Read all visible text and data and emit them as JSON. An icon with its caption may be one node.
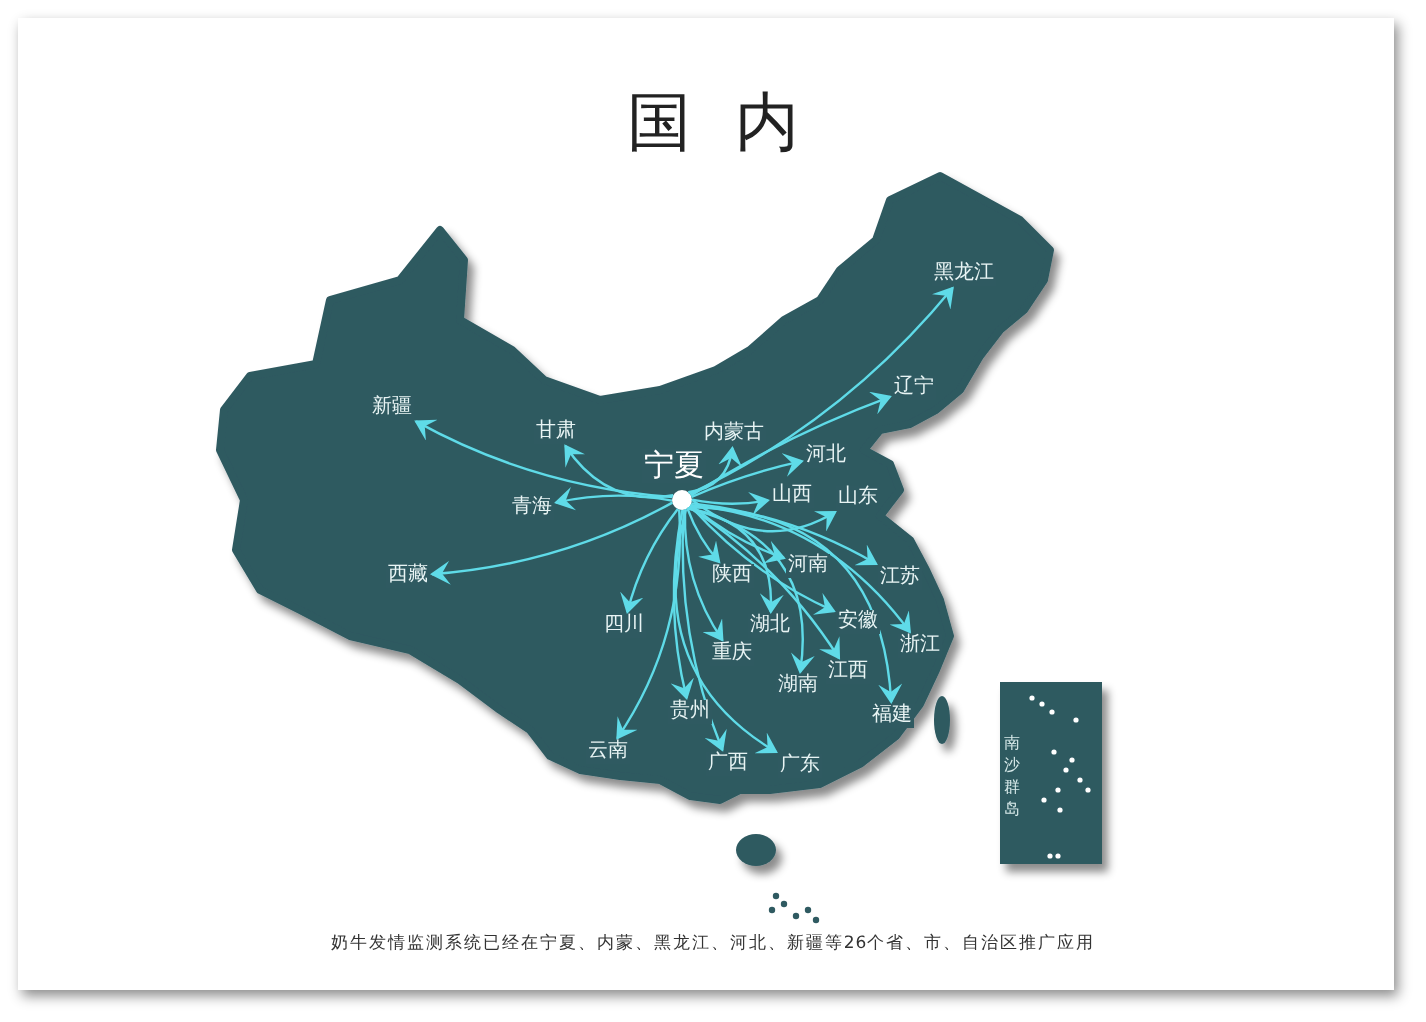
{
  "diagram": {
    "title": "国内",
    "caption": "奶牛发情监测系统已经在宁夏、内蒙、黑龙江、河北、新疆等26个省、市、自治区推广应用",
    "nodes": [
      {
        "text": [],
        "shape": "circle",
        "beside": [
          "宁夏"
        ]
      },
      {
        "text": [
          "新疆"
        ]
      },
      {
        "text": [
          "甘肃"
        ]
      },
      {
        "text": [
          "青海"
        ]
      },
      {
        "text": [
          "西藏"
        ]
      },
      {
        "text": [
          "内蒙古"
        ]
      },
      {
        "text": [
          "黑龙江"
        ]
      },
      {
        "text": [
          "辽宁"
        ]
      },
      {
        "text": [
          "河北"
        ]
      },
      {
        "text": [
          "山西"
        ]
      },
      {
        "text": [
          "山东"
        ]
      },
      {
        "text": [
          "陕西"
        ]
      },
      {
        "text": [
          "河南"
        ]
      },
      {
        "text": [
          "江苏"
        ]
      },
      {
        "text": [
          "四川"
        ]
      },
      {
        "text": [
          "湖北"
        ]
      },
      {
        "text": [
          "安徽"
        ]
      },
      {
        "text": [
          "浙江"
        ]
      },
      {
        "text": [
          "重庆"
        ]
      },
      {
        "text": [
          "湖南"
        ]
      },
      {
        "text": [
          "江西"
        ]
      },
      {
        "text": [
          "福建"
        ]
      },
      {
        "text": [
          "贵州"
        ]
      },
      {
        "text": [
          "云南"
        ]
      },
      {
        "text": [
          "广西"
        ]
      },
      {
        "text": [
          "广东"
        ]
      }
    ],
    "edges": [
      {
        "from": 0,
        "to": 1,
        "arrow": "to"
      },
      {
        "from": 0,
        "to": 2,
        "arrow": "to"
      },
      {
        "from": 0,
        "to": 3,
        "arrow": "to"
      },
      {
        "from": 0,
        "to": 4,
        "arrow": "to"
      },
      {
        "from": 0,
        "to": 5,
        "arrow": "to"
      },
      {
        "from": 0,
        "to": 6,
        "arrow": "to"
      },
      {
        "from": 0,
        "to": 7,
        "arrow": "to"
      },
      {
        "from": 0,
        "to": 8,
        "arrow": "to"
      },
      {
        "from": 0,
        "to": 9,
        "arrow": "to"
      },
      {
        "from": 0,
        "to": 10,
        "arrow": "to"
      },
      {
        "from": 0,
        "to": 11,
        "arrow": "to"
      },
      {
        "from": 0,
        "to": 12,
        "arrow": "to"
      },
      {
        "from": 0,
        "to": 13,
        "arrow": "to"
      },
      {
        "from": 0,
        "to": 14,
        "arrow": "to"
      },
      {
        "from": 0,
        "to": 15,
        "arrow": "to"
      },
      {
        "from": 0,
        "to": 16,
        "arrow": "to"
      },
      {
        "from": 0,
        "to": 17,
        "arrow": "to"
      },
      {
        "from": 0,
        "to": 18,
        "arrow": "to"
      },
      {
        "from": 0,
        "to": 19,
        "arrow": "to"
      },
      {
        "from": 0,
        "to": 20,
        "arrow": "to"
      },
      {
        "from": 0,
        "to": 21,
        "arrow": "to"
      },
      {
        "from": 0,
        "to": 22,
        "arrow": "to"
      },
      {
        "from": 0,
        "to": 23,
        "arrow": "to"
      },
      {
        "from": 0,
        "to": 24,
        "arrow": "to"
      },
      {
        "from": 0,
        "to": 25,
        "arrow": "to"
      }
    ],
    "labels": [
      "南沙群岛"
    ]
  }
}
